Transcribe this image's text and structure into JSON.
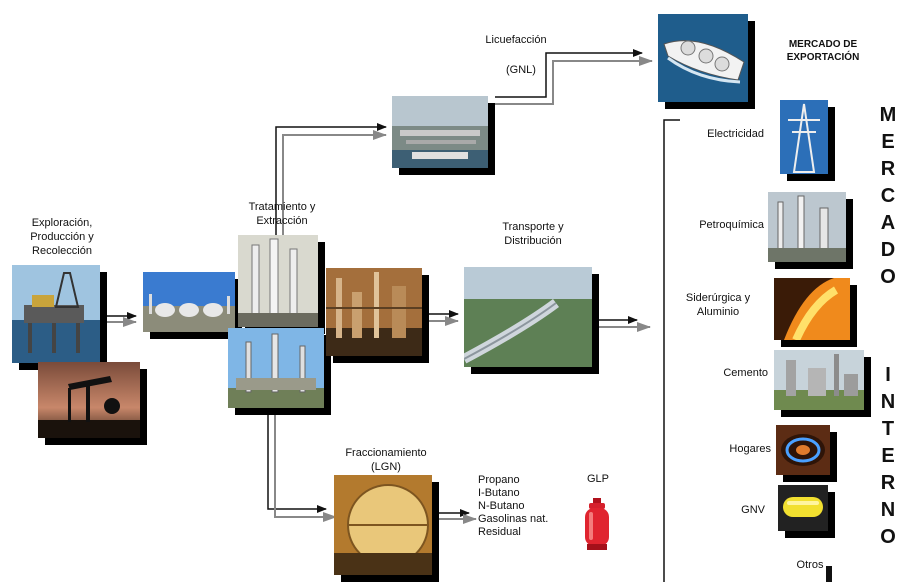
{
  "labels": {
    "exploration": [
      "Exploración,",
      "Producción  y",
      "Recolección"
    ],
    "treatment": [
      "Tratamiento y",
      "Extracción"
    ],
    "liquefaction": "Licuefacción",
    "gnl": "(GNL)",
    "transport": [
      "Transporte y",
      "Distribución"
    ],
    "fractionation": [
      "Fraccionamiento",
      "(LGN)"
    ],
    "products": [
      "Propano",
      "I-Butano",
      "N-Butano",
      "Gasolinas nat.",
      "Residual"
    ],
    "glp": "GLP",
    "export_market": [
      "MERCADO DE",
      "EXPORTACIÓN"
    ]
  },
  "internal_market": {
    "word_top": [
      "M",
      "E",
      "R",
      "C",
      "A",
      "D",
      "O"
    ],
    "word_bottom": [
      "I",
      "N",
      "T",
      "E",
      "R",
      "N",
      "O"
    ],
    "items": [
      "Electricidad",
      "Petroquímica",
      "Siderúrgica y",
      "Aluminio",
      "Cemento",
      "Hogares",
      "GNV",
      "Otros"
    ]
  }
}
